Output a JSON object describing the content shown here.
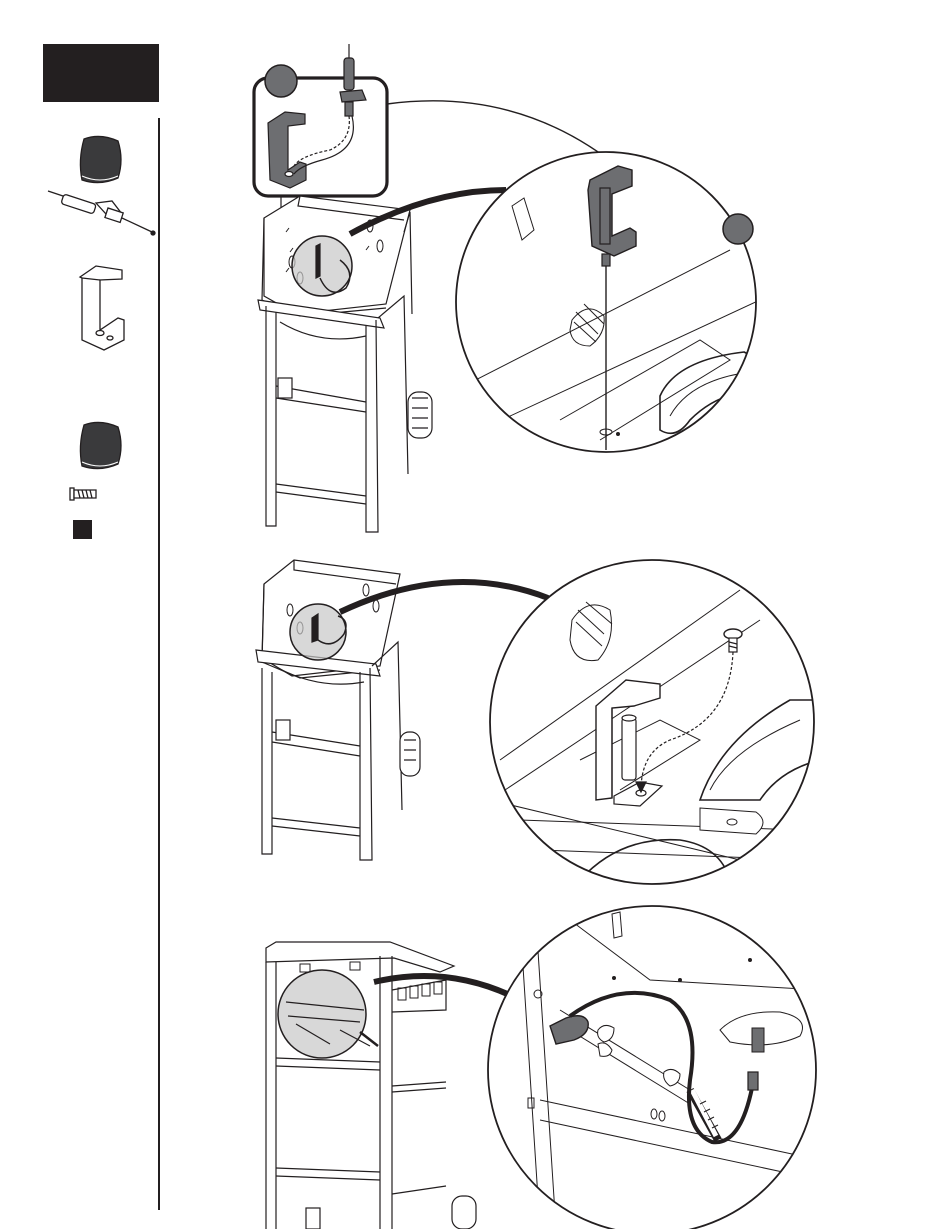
{
  "page": {
    "step_number": "",
    "layout": "assembly-instruction-page"
  },
  "parts_sidebar": {
    "items": [
      {
        "icon": "glove-icon"
      },
      {
        "icon": "igniter-electrode-icon"
      },
      {
        "icon": "bracket-icon"
      },
      {
        "icon": "glove-icon"
      },
      {
        "icon": "screw-icon"
      },
      {
        "icon": "marker-square-icon"
      }
    ]
  },
  "illustrations": [
    {
      "name": "step-a",
      "subject": "electrode-into-bracket",
      "callouts": [
        "circle-marker",
        "circle-marker"
      ]
    },
    {
      "name": "step-b",
      "subject": "bracket-screw-fastening"
    },
    {
      "name": "step-c",
      "subject": "ignition-wire-routing"
    }
  ],
  "colors": {
    "ink": "#231f20",
    "part_gray": "#6d6e71",
    "zoom_fill": "#c8c8c8"
  }
}
